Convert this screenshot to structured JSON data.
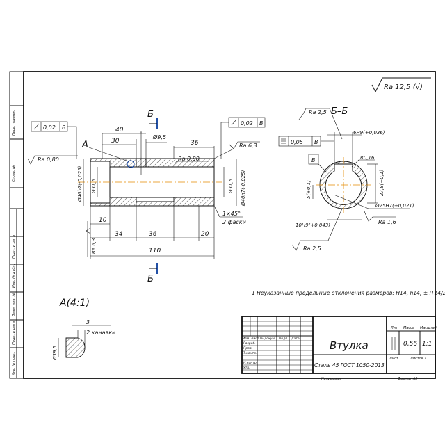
{
  "roughness_general": "Ra 12,5 (√)",
  "views": {
    "section_label_top": "Б",
    "section_label_bottom": "Б",
    "section_title": "Б–Б",
    "detail_mark": "A",
    "detail_title": "A(4:1)"
  },
  "main_view": {
    "dim_40": "40",
    "dim_30": "30",
    "hole_95": "Ø9,5",
    "dim_36_top": "36",
    "ra_080_left": "Ra 0,80",
    "ra_080_mid": "Ra 0,80",
    "ra_63_top": "Ra 6,3",
    "runout_left_val": "0,02",
    "runout_left_base": "B",
    "runout_right_val": "0,02",
    "runout_right_base": "B",
    "dia_outer_left": "Ø40h7(-0,025)",
    "dia_inner_left": "Ø31,5",
    "dia_inner_right": "Ø31,5",
    "dia_outer_right": "Ø40h7(-0,025)",
    "dim_10": "10",
    "dim_34": "34",
    "dim_36_bottom": "36",
    "dim_20": "20",
    "dim_110": "110",
    "ra_63_left": "Ra 6,3",
    "chamfer": "1×45°",
    "chamfer_note": "2 фаски"
  },
  "section_view": {
    "ra_25_top": "Ra 2,5",
    "keyway_width": "6H9(+0,036)",
    "symmetry_val": "0,05",
    "symmetry_base": "B",
    "datum_b": "B",
    "radius": "R0,16",
    "dim_27_8": "27,8(+0,1)",
    "dim_5": "5(+0,1)",
    "bore": "Ø25H7(+0,021)",
    "dim_10h9": "10H9(+0,043)",
    "ra_16": "Ra 1,6",
    "ra_25_bottom": "Ra 2,5"
  },
  "detail_view": {
    "dim_3": "3",
    "note_3": "2 канавки",
    "dim_395": "Ø39,5"
  },
  "note": "1 Неуказанные предельные отклонения размеров: H14, h14, ± IT14/2",
  "left_strip": [
    "Перв. примен.",
    "Справ. №",
    "Подп. и дата",
    "Инв. № дубл.",
    "Взам. инв. №",
    "Подп. и дата",
    "Инв. № подл."
  ],
  "title_block": {
    "name": "Втулка",
    "material": "Сталь 45  ГОСТ 1050-2013",
    "mass": "0,56",
    "scale": "1:1",
    "sheet": "Лист",
    "sheets": "Листов  1",
    "hdr_lit": "Лит.",
    "hdr_mass": "Масса",
    "hdr_scale": "Масштаб",
    "rows": [
      "Изм.",
      "Лист",
      "№ докум.",
      "Подп.",
      "Дата"
    ],
    "roles": [
      "Разраб.",
      "Пров.",
      "Т.контр.",
      "",
      "Н.контр.",
      "Утв."
    ],
    "copied": "Копировал",
    "format": "Формат   А3"
  }
}
